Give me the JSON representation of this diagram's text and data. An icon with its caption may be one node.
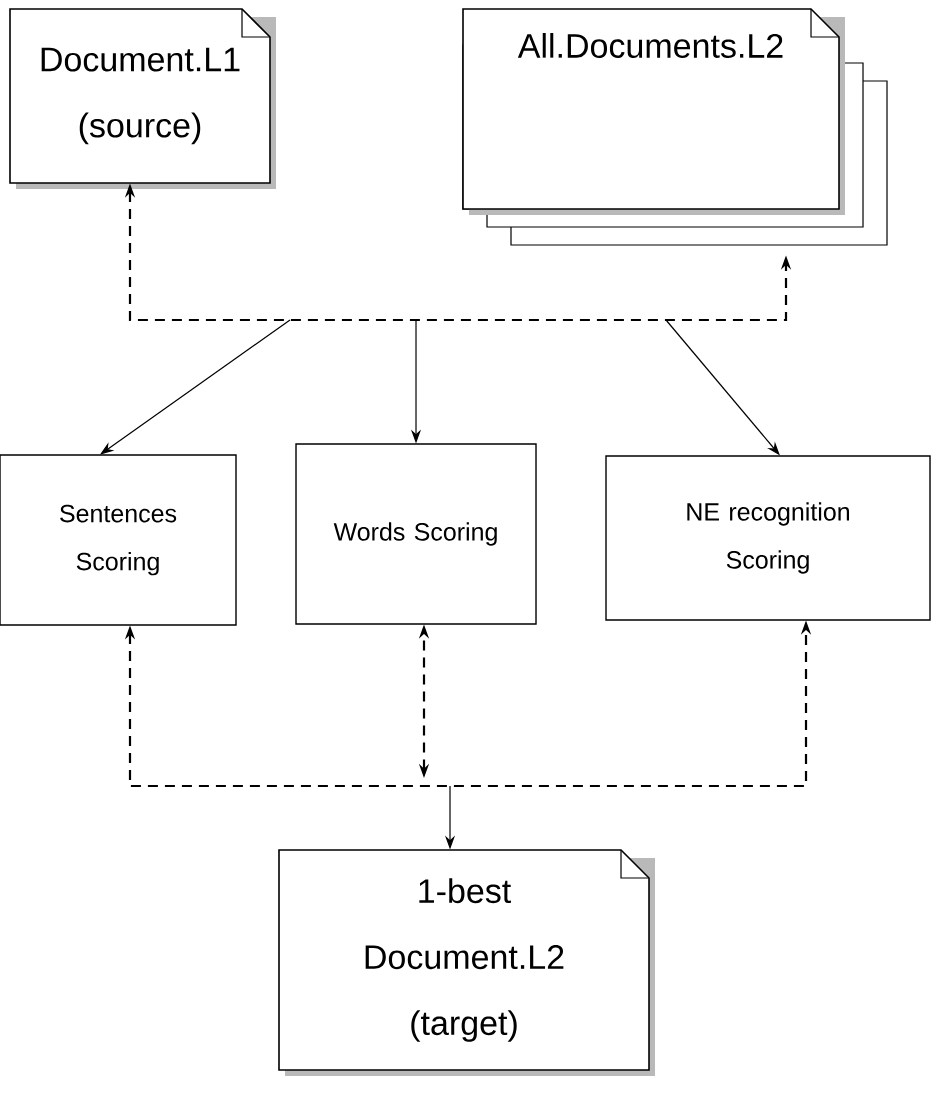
{
  "diagram": {
    "nodes": [
      {
        "text": [
          "Document.L1 (source)"
        ]
      },
      {
        "text": [
          "All.Documents.L2"
        ]
      },
      {
        "text": [
          "Sentences Scoring"
        ]
      },
      {
        "text": [
          "Words Scoring"
        ]
      },
      {
        "text": [
          "NE recognition Scoring"
        ]
      },
      {
        "text": [
          "1-best Document.L2 (target)"
        ]
      }
    ],
    "edges": [
      {
        "from": 0,
        "to": 1,
        "arrow": "both",
        "style": "dashed"
      },
      {
        "from": null,
        "to": 2,
        "arrow": "to"
      },
      {
        "from": null,
        "to": 3,
        "arrow": "to"
      },
      {
        "from": null,
        "to": 4,
        "arrow": "to"
      },
      {
        "from": 2,
        "to": 4,
        "arrow": "both",
        "style": "dashed"
      },
      {
        "from": null,
        "to": 3,
        "arrow": "both",
        "style": "dashed"
      },
      {
        "from": null,
        "to": 5,
        "arrow": "to"
      }
    ]
  }
}
